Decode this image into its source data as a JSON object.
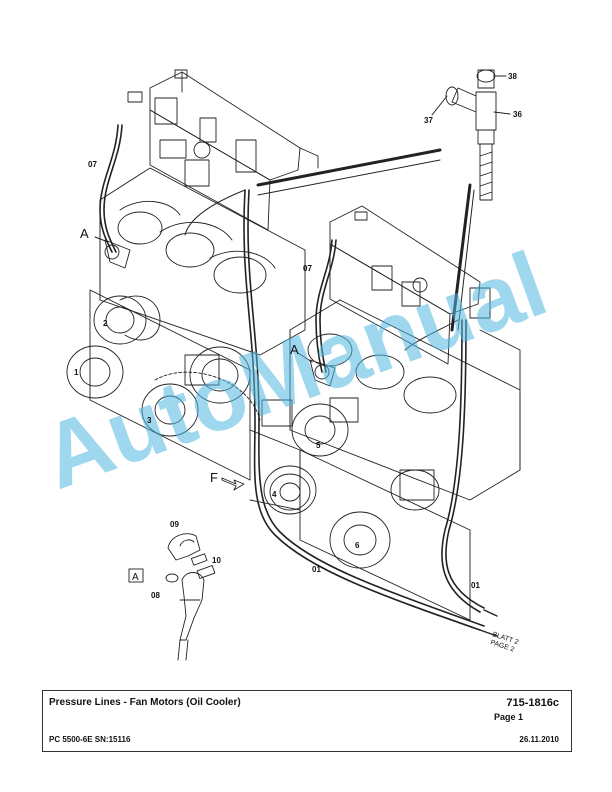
{
  "watermark": "AutoManual",
  "view_letters": {
    "a_upper": "A",
    "a_lower": "A",
    "f": "F"
  },
  "part_labels": {
    "p36": "36",
    "p37": "37",
    "p38": "38",
    "p07a": "07",
    "p07b": "07",
    "p01a": "01",
    "p01b": "01",
    "p08": "08",
    "p09": "09",
    "p10": "10",
    "m1": "1",
    "m2": "2",
    "m3": "3",
    "m4": "4",
    "m5": "5",
    "m6": "6"
  },
  "detail_box": "A",
  "continuation": {
    "line1": "BLATT 2",
    "line2": "PAGE 2"
  },
  "title_block": {
    "title": "Pressure Lines - Fan Motors (Oil Cooler)",
    "doc_number": "715-1816c",
    "page": "Page 1",
    "model": "PC 5500-6E SN:15116",
    "date": "26.11.2010"
  }
}
